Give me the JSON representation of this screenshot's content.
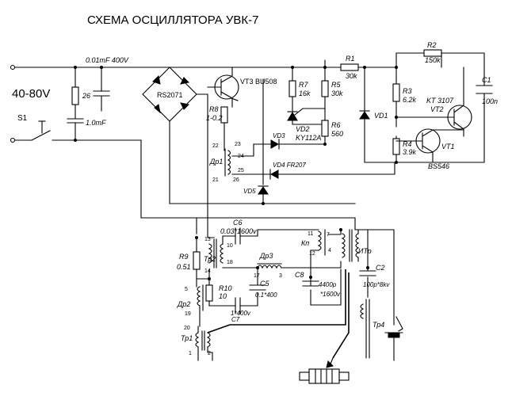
{
  "title": "СХЕМА ОСЦИЛЛЯТОРА УВК-7",
  "labels": {
    "voltage": "40-80V",
    "s1": "S1",
    "c_input": "0.01mF 400V",
    "r_26": "26",
    "c_1mf": "1.0mF",
    "bridge": "RS2071",
    "vt3": "VT3 BU508",
    "r8": "R8",
    "r8_val": "1-0.2",
    "r7": "R7",
    "r7_val": "16k",
    "r5": "R5",
    "r5_val": "30k",
    "r1": "R1",
    "r1_val": "30k",
    "r2": "R2",
    "r2_val": "150k",
    "c1": "C1",
    "c1_val": "100n",
    "vd1": "VD1",
    "r3": "R3",
    "r3_val": "6.2k",
    "kt3107": "KT 3107",
    "vt2": "VT2",
    "vd2": "VD2",
    "vd2_val": "KY112A",
    "r6": "R6",
    "r6_val": "560",
    "vd3": "VD3",
    "r4": "R4",
    "r4_val": "3.9k",
    "vt1": "VT1",
    "bs546": "BS546",
    "dr1": "Др1",
    "vd4": "VD4  FR207",
    "vd5": "VD5",
    "pin22": "22",
    "pin23": "23",
    "pin24": "24",
    "pin25": "25",
    "pin21": "21",
    "pin26": "26",
    "c6": "C6",
    "c6_val": "0.03*1600v",
    "pin13": "13",
    "pin10": "10",
    "pin18": "18",
    "pin14": "14",
    "tr2": "Тр2",
    "r9": "R9",
    "r9_val": "0.51",
    "dr3": "Др3",
    "pin17": "17",
    "pin3": "3",
    "kp": "Кп",
    "pin11": "11",
    "pin7": "7",
    "pin12": "12",
    "pin4": "4",
    "itr": "ИТр",
    "c8": "C8",
    "c8_val1": "4400p",
    "c8_val2": "*1600v",
    "c2": "C2",
    "c2_val": "100p*8kv",
    "r10": "R10",
    "r10_val": "10",
    "c5": "C5",
    "c5_val": "0.1*400",
    "pin5": "5",
    "pin19": "19",
    "dr2": "Др2",
    "c7": "C7",
    "c7_val": "1*400v",
    "pin20": "20",
    "tr1": "Тр1",
    "pin1": "1",
    "pin2": "2",
    "tr4": "Тр4"
  }
}
